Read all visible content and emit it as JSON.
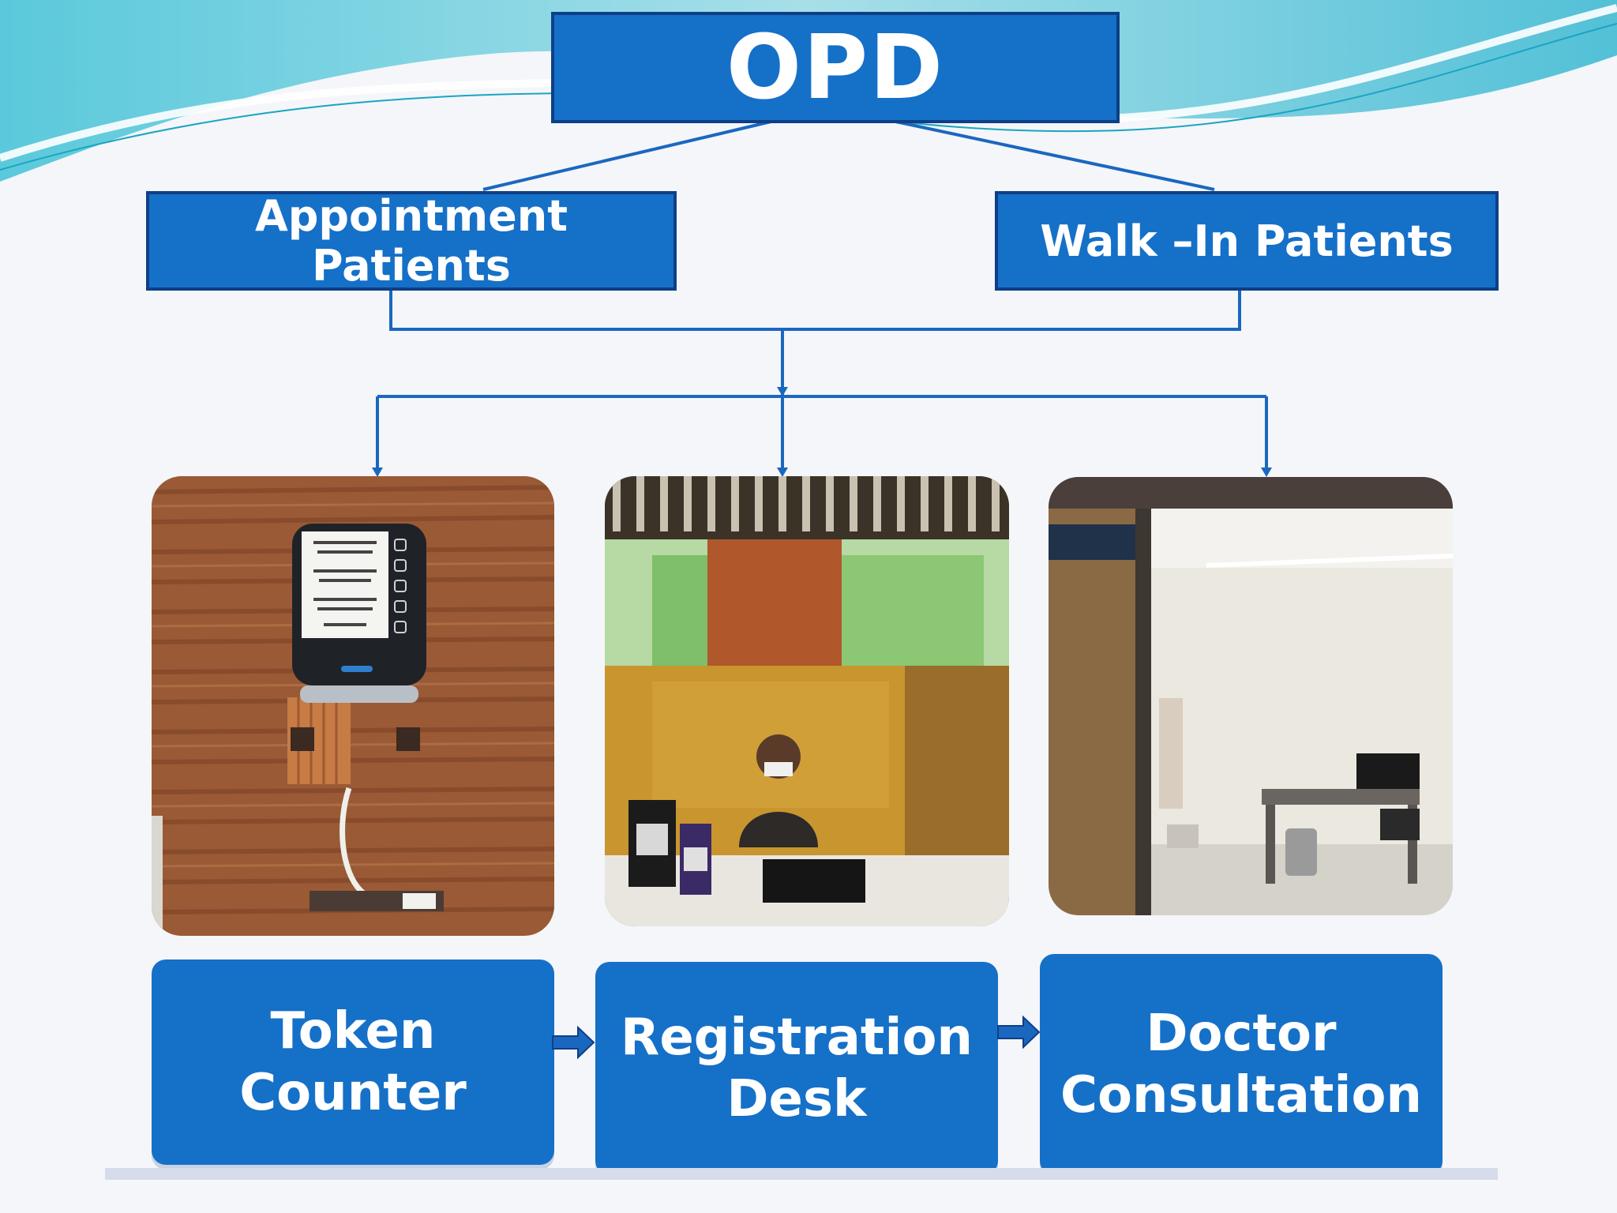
{
  "title": "OPD",
  "categories": [
    {
      "label": "Appointment Patients"
    },
    {
      "label": "Walk –In Patients"
    }
  ],
  "steps": [
    {
      "label": "Token\nCounter",
      "photo": "token-kiosk-photo"
    },
    {
      "label": "Registration\nDesk",
      "photo": "registration-desk-photo"
    },
    {
      "label": "Doctor\nConsultation",
      "photo": "consultation-room-photo"
    }
  ],
  "colors": {
    "box_fill": "#1570c8",
    "box_border": "#0e3f86",
    "connector": "#1a67c0",
    "wave": "#4fc3d8"
  },
  "icons": [
    "right-arrow-icon",
    "down-arrow-icon"
  ]
}
